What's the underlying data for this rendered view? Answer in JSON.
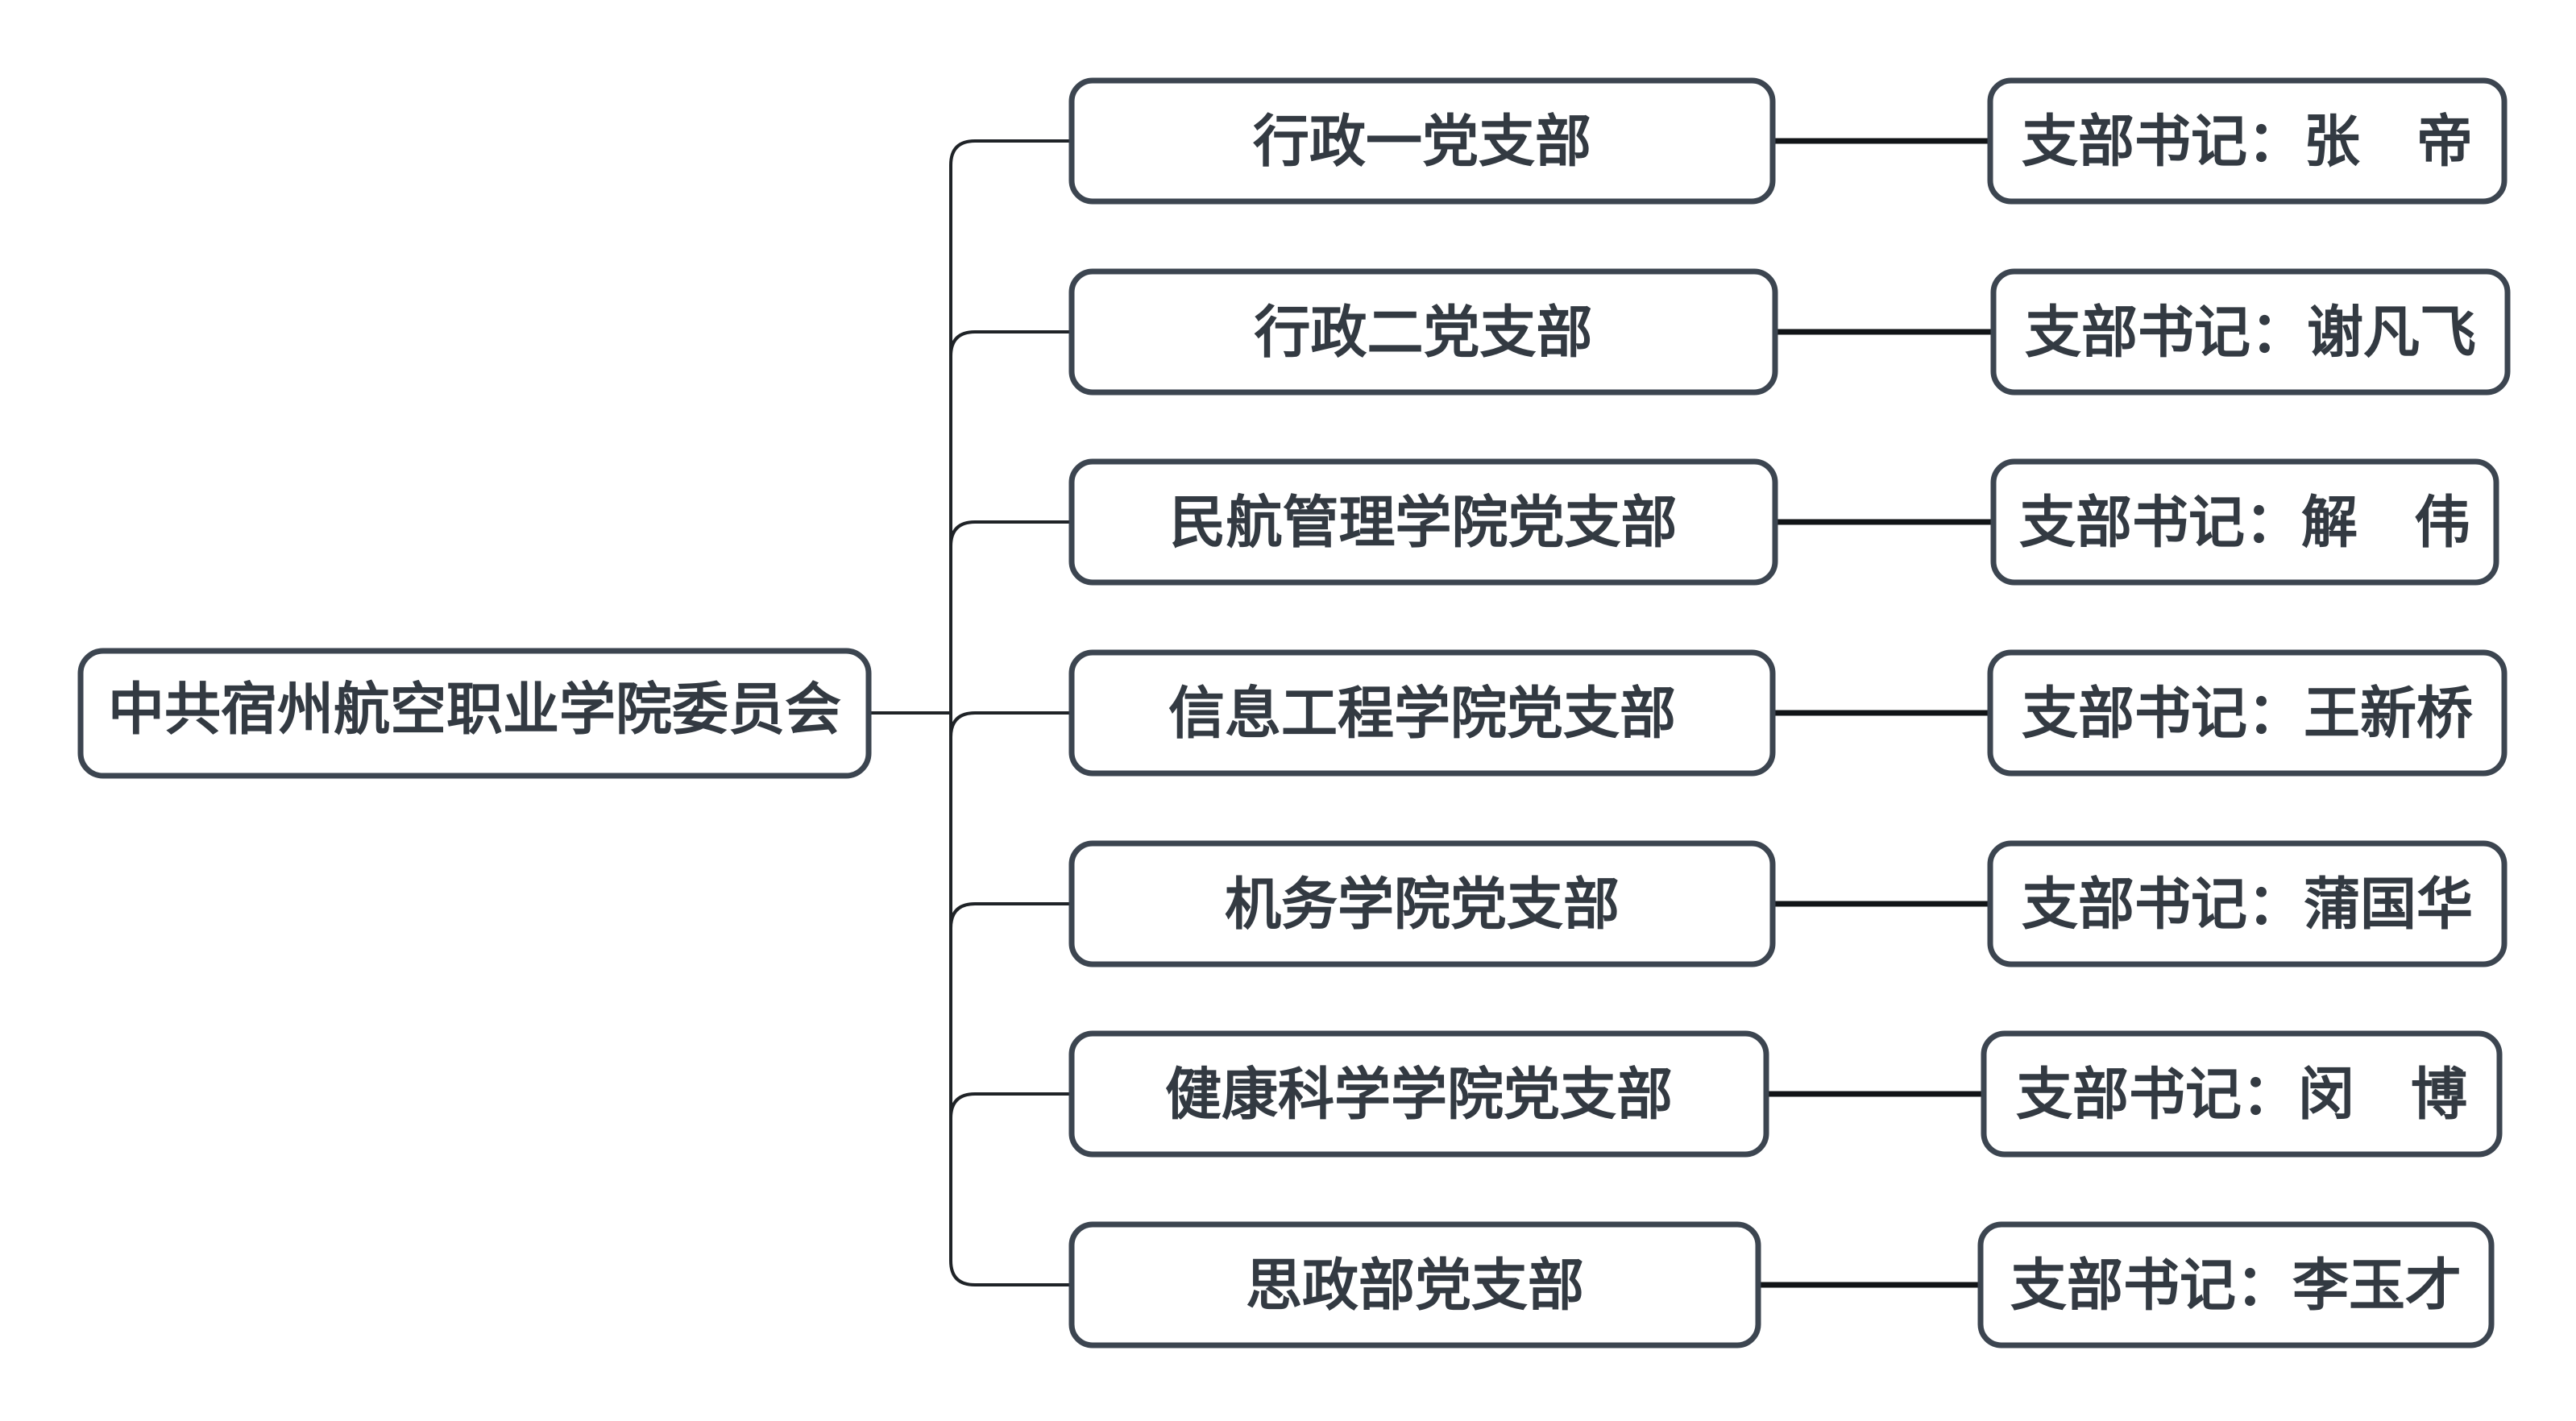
{
  "root": {
    "label": "中共宿州航空职业学院委员会"
  },
  "branches": [
    {
      "name": "行政一党支部",
      "secretary": "支部书记：张　帝"
    },
    {
      "name": "行政二党支部",
      "secretary": "支部书记：谢凡飞"
    },
    {
      "name": "民航管理学院党支部",
      "secretary": "支部书记：解　伟"
    },
    {
      "name": "信息工程学院党支部",
      "secretary": "支部书记：王新桥"
    },
    {
      "name": "机务学院党支部",
      "secretary": "支部书记：蒲国华"
    },
    {
      "name": "健康科学学院党支部",
      "secretary": "支部书记：闵　博"
    },
    {
      "name": "思政部党支部",
      "secretary": "支部书记：李玉才"
    }
  ],
  "colors": {
    "node_border": "#3c4550",
    "node_fill": "#ffffff",
    "text": "#333a42",
    "connector": "#1f2327"
  }
}
